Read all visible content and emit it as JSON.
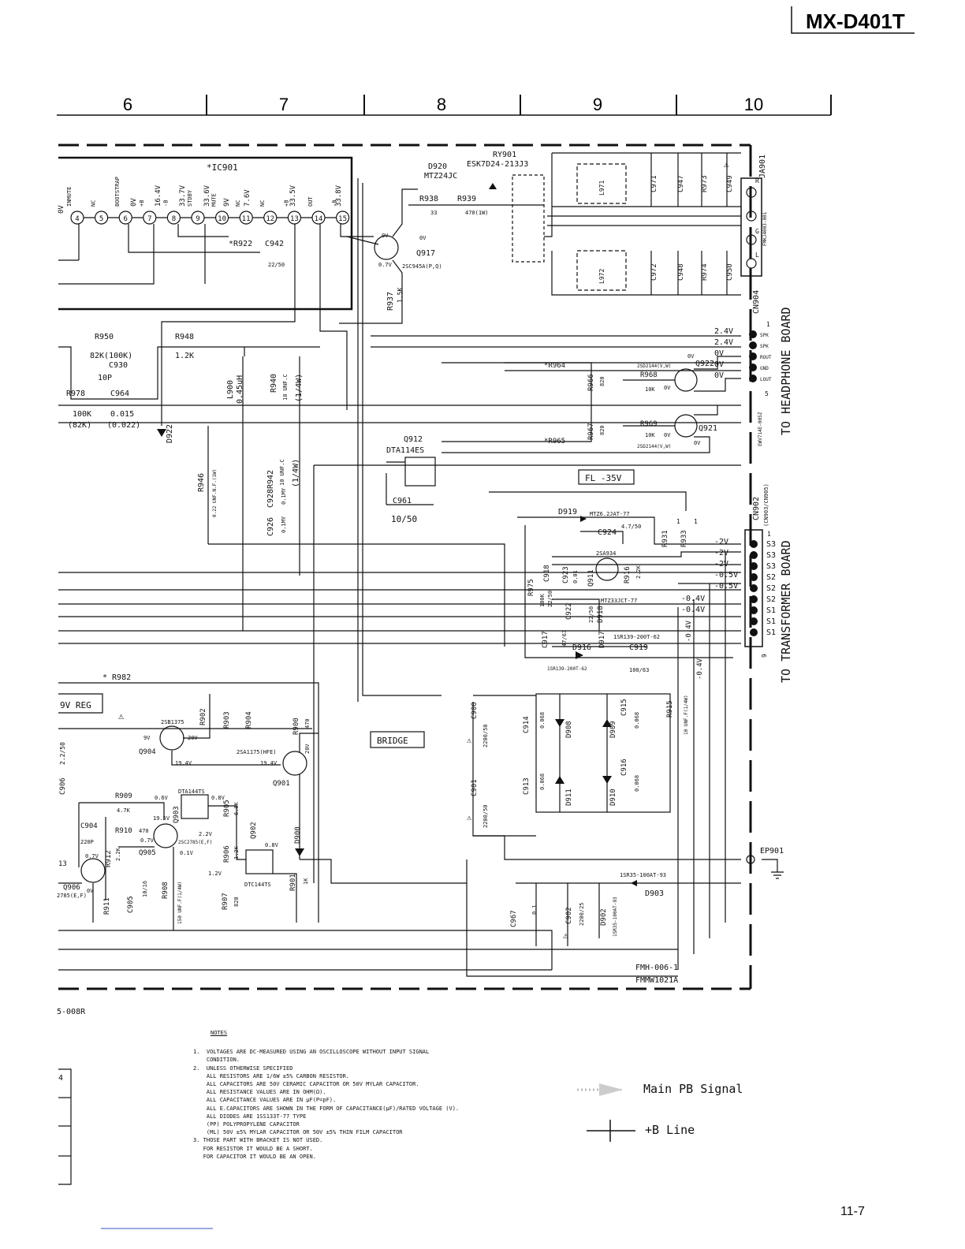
{
  "model": "MX-D401T",
  "page_number": "11-7",
  "grid_columns": [
    "6",
    "7",
    "8",
    "9",
    "10"
  ],
  "board_code_left": "5-008R",
  "board_codes": [
    "FMH-006-1",
    "FMMW1021A"
  ],
  "ic": {
    "name": "*IC901",
    "pins": [
      "4",
      "5",
      "6",
      "7",
      "8",
      "9",
      "10",
      "11",
      "12",
      "13",
      "14",
      "15"
    ],
    "pin_labels": [
      "INMUTE",
      "NC",
      "BOOTSTRAP",
      "+B",
      "-B",
      "STDBY",
      "MUTE",
      "NC",
      "NC",
      "+B",
      "OUT",
      "-B"
    ],
    "pin_voltages": [
      "0V",
      "16.4V",
      "33.7V",
      "33.6V",
      "9V",
      "7.6V",
      "33.5V",
      "33.8V"
    ],
    "extra_left_pin": "0V"
  },
  "relay": {
    "name": "RY901",
    "part": "ESK7D24-213J3"
  },
  "connectors": {
    "ja901": {
      "name": "JA901",
      "part": "FMKJ4003-001",
      "pins": [
        "R",
        "G",
        "L"
      ]
    },
    "cn904": {
      "name": "CN904",
      "part": "EWV714E-005Z",
      "pins": [
        "SPK",
        "SPK",
        "ROUT",
        "GND",
        "LOUT"
      ],
      "voltages": [
        "2.4V",
        "2.4V",
        "0V",
        "0V",
        "0V"
      ],
      "first": "1",
      "last": "5",
      "dest": "TO HEADPHONE BOARD"
    },
    "cn902": {
      "name": "CN902",
      "sub": "(CN903/CN905)",
      "pins": [
        "S3",
        "S3",
        "S3",
        "S2",
        "S2",
        "S2",
        "S1",
        "S1",
        "S1"
      ],
      "voltages": [
        "-2V",
        "-2V",
        "-2V",
        "-0.5V",
        "-0.5V",
        "-0.4V",
        "-0.4V"
      ],
      "first": "1",
      "last": "9",
      "dest": "TO TRANSFORMER BOARD"
    },
    "ep901": {
      "name": "EP901"
    }
  },
  "components": {
    "d920": [
      "D920",
      "MTZ24JC"
    ],
    "r938": [
      "R938",
      "33"
    ],
    "r939": [
      "R939",
      "470(1W)"
    ],
    "q917": [
      "Q917",
      "2SC945A(P,Q)",
      "0V",
      "0V",
      "0.7V"
    ],
    "r922": "*R922",
    "c942": [
      "C942",
      "22/50"
    ],
    "r937": [
      "R937",
      "1.5K"
    ],
    "r950": [
      "R950",
      "82K(100K)"
    ],
    "c930": [
      "C930",
      "10P"
    ],
    "r948": [
      "R948",
      "1.2K"
    ],
    "r978": [
      "R978",
      "100K"
    ],
    "c964": [
      "C964",
      "0.015",
      "(82K)",
      "(0.022)"
    ],
    "l900": [
      "L900",
      "0.45uH"
    ],
    "r940": [
      "R940",
      "10 UNF.C",
      "(1/4W)"
    ],
    "d922": "D922",
    "r942": [
      "R942",
      "10 UNF.C",
      "(1/4W)"
    ],
    "r946": [
      "R946",
      "0.22 UNF.N.F.(1W)"
    ],
    "c928": [
      "C928",
      "0.1MY"
    ],
    "c926": [
      "C926",
      "0.1MY"
    ],
    "q912": [
      "Q912",
      "DTA114ES"
    ],
    "c961": [
      "C961",
      "10/50"
    ],
    "l971": "L971",
    "c971": "C971",
    "c947": "C947",
    "r973": "R973",
    "c949": "C949",
    "l972": "L972",
    "c972": "C972",
    "c948": "C948",
    "r974": "R974",
    "c950": "C950",
    "r964": "*R964",
    "r965": "*R965",
    "r966": [
      "R966",
      "820"
    ],
    "r967": [
      "R967",
      "820"
    ],
    "r968": [
      "R968",
      "10K",
      "0V"
    ],
    "r969": [
      "R969",
      "10K",
      "0V"
    ],
    "q922": [
      "Q922",
      "2SD2144(V,W)",
      "0V"
    ],
    "q921": [
      "Q921",
      "2SD2144(V,W)",
      "0V"
    ],
    "fl": "FL -35V",
    "d919": [
      "D919",
      "MTZ6.2JAT-77"
    ],
    "c924": [
      "C924",
      "4.7/50"
    ],
    "r931": [
      "R931",
      "1"
    ],
    "r933": [
      "R933",
      "1"
    ],
    "q911": [
      "2SA934",
      "Q911"
    ],
    "r916": [
      "R916",
      "2.2K"
    ],
    "r975": [
      "R975",
      "100K"
    ],
    "c918": [
      "C918",
      "22/50"
    ],
    "c923": [
      "C923",
      "0.01"
    ],
    "c922": [
      "C922",
      "22/50"
    ],
    "d918": [
      "D918",
      "MTZ33JCT-77"
    ],
    "c917": [
      "C917",
      "47/63"
    ],
    "d917": [
      "D917",
      "1SR139-200T-62"
    ],
    "d916": [
      "D916",
      "1SR139-200T-62"
    ],
    "c919": [
      "C919",
      "100/63"
    ],
    "r982": "* R982",
    "reg": "9V REG",
    "r902": "R902",
    "r903": "R903",
    "r904": "R904",
    "q904": [
      "2SB1375",
      "Q904",
      "9V",
      "20V"
    ],
    "r900": [
      "R900",
      "470",
      "20V"
    ],
    "q901": [
      "2SA1175(HFE)",
      "Q901",
      "19.4V",
      "19.4V"
    ],
    "c906": [
      "C906",
      "2.2/50"
    ],
    "r909": [
      "R909",
      "4.7K",
      "0.6V"
    ],
    "q903": [
      "DTA144TS",
      "Q903",
      "0.8V",
      "19.5V"
    ],
    "r905": [
      "R905",
      "6.8K"
    ],
    "c904": [
      "C904",
      "220P"
    ],
    "r910": [
      "R910",
      "470"
    ],
    "q905": [
      "2SC2785(E,F)",
      "Q905",
      "0.7V",
      "2.2V",
      "0.1V"
    ],
    "q902": [
      "Q902",
      "0.8V",
      "DTC144TS",
      "1.2V"
    ],
    "r906": [
      "R906",
      "1.2K"
    ],
    "d900": "D900",
    "q906": [
      "Q906",
      "2785(E,F)",
      "0.7V",
      "0V"
    ],
    "r912": [
      "R912",
      "2.2K"
    ],
    "r911": "R911",
    "c905": [
      "C905",
      "10/16"
    ],
    "r908": [
      "R908",
      "150 UNF.F(1/4W)"
    ],
    "r907": [
      "R907",
      "820"
    ],
    "r901": [
      "R901",
      "1K"
    ],
    "bridge": "BRIDGE",
    "c900": [
      "C900",
      "2200/50"
    ],
    "c901": [
      "C901",
      "2200/50"
    ],
    "c914": [
      "C914",
      "0.068"
    ],
    "d908": "D908",
    "d909": "D909",
    "c915": [
      "C915",
      "0.068"
    ],
    "c913": [
      "C913",
      "0.068"
    ],
    "d911": "D911",
    "d910": "D910",
    "c916": [
      "C916",
      "0.068"
    ],
    "r915": [
      "R915",
      "10 UNF.F(1/4W)"
    ],
    "d903": [
      "1SR35-100AT-93",
      "D903"
    ],
    "c967": [
      "C967",
      "0.1"
    ],
    "c902": [
      "C902",
      "2200/25"
    ],
    "d902": [
      "D902",
      "1SR35-100AT-93"
    ],
    "neg4v": "-0.4V"
  },
  "notes": {
    "heading": "NOTES",
    "lines": [
      "1.  VOLTAGES ARE DC-MEASURED USING AN OSCILLOSCOPE WITHOUT INPUT SIGNAL",
      "    CONDITION.",
      "2.  UNLESS OTHERWISE SPECIFIED",
      "    ALL RESISTORS ARE 1/6W ±5% CARBON RESISTOR.",
      "    ALL CAPACITORS ARE 50V CERAMIC CAPACITOR OR 50V MYLAR CAPACITOR.",
      "    ALL RESISTANCE VALUES ARE IN OHM(Ω).",
      "    ALL CAPACITANCE VALUES ARE IN µF(P=pF).",
      "    ALL E.CAPACITORS ARE SHOWN IN THE FORM OF CAPACITANCE(µF)/RATED VOLTAGE (V).",
      "    ALL DIODES ARE 1SS133T-77 TYPE",
      "    (PP) POLYPROPYLENE CAPACITOR",
      "    (ML) 50V ±5% MYLAR CAPACITOR OR 50V ±5% THIN FILM CAPACITOR",
      "3. THOSE PART WITH BRACKET IS NOT USED.",
      "   FOR RESISTOR IT WOULD BE A SHORT.",
      "   FOR CAPACITOR IT WOULD BE AN OPEN."
    ]
  },
  "legend": {
    "signal": "Main PB Signal",
    "bline": "+B Line"
  },
  "left_margin_num": "4",
  "left_partial": "13"
}
